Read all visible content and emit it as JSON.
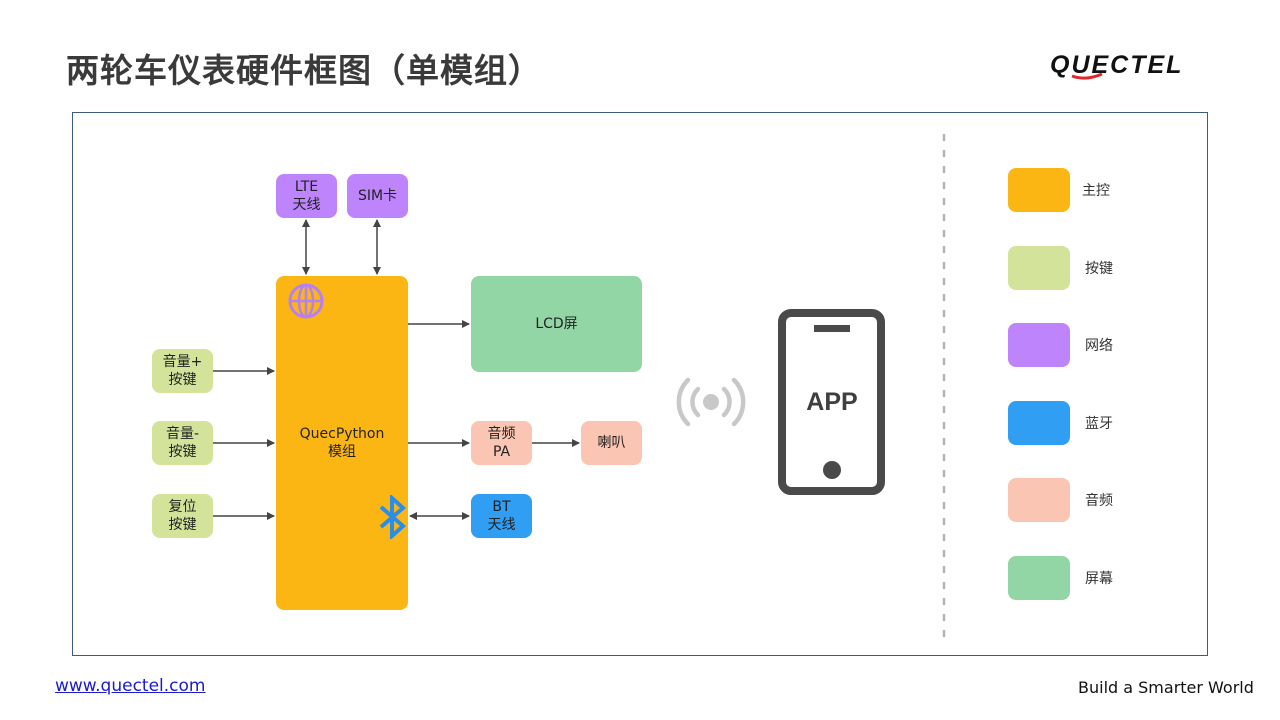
{
  "slide": {
    "title": "两轮车仪表硬件框图（单模组）",
    "logo_text": "QUECTEL",
    "footer_url": "www.quectel.com",
    "slogan": "Build a Smarter World"
  },
  "diagram": {
    "lte_antenna": [
      "LTE",
      "天线"
    ],
    "sim_card": "SIM卡",
    "main_module": [
      "QuecPython",
      "模组"
    ],
    "lcd": "LCD屏",
    "audio_pa": [
      "音频",
      "PA"
    ],
    "speaker": "喇叭",
    "bt_antenna": [
      "BT",
      "天线"
    ],
    "vol_up_key": [
      "音量+",
      "按键"
    ],
    "vol_down_key": [
      "音量-",
      "按键"
    ],
    "reset_key": [
      "复位",
      "按键"
    ],
    "phone_label": "APP"
  },
  "legend": [
    {
      "label": "主控",
      "color": "#fcb614"
    },
    {
      "label": "按键",
      "color": "#d3e39a"
    },
    {
      "label": "网络",
      "color": "#bd84fb"
    },
    {
      "label": "蓝牙",
      "color": "#2f9ef3"
    },
    {
      "label": "音频",
      "color": "#fac5b2"
    },
    {
      "label": "屏幕",
      "color": "#92d6a6"
    }
  ],
  "icons": {
    "network": "globe-icon",
    "bluetooth": "bluetooth-icon",
    "wireless": "wireless-signal-icon",
    "phone": "smartphone-icon"
  }
}
